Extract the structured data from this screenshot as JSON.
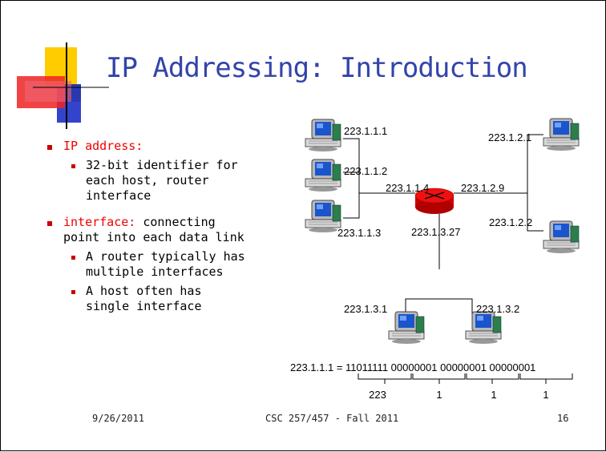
{
  "slide": {
    "title": "IP Addressing: Introduction",
    "bullets": [
      {
        "label": "IP address:",
        "text": "",
        "subs": [
          "32-bit identifier for",
          "each host, router",
          "interface"
        ]
      },
      {
        "label": "interface:",
        "text": " connecting",
        "cont": "point into each data link",
        "subs": [
          [
            "A router typically has",
            "multiple interfaces"
          ],
          [
            "A host often has",
            "single interface"
          ]
        ]
      }
    ],
    "footer": {
      "date": "9/26/2011",
      "course": "CSC 257/457 - Fall 2011",
      "page": "16"
    }
  },
  "diagram": {
    "hosts_left": [
      "223.1.1.1",
      "223.1.1.2",
      "223.1.1.3"
    ],
    "router_labels": [
      "223.1.1.4",
      "223.1.2.9",
      "223.1.3.27"
    ],
    "hosts_right": [
      "223.1.2.1",
      "223.1.2.2"
    ],
    "hosts_bottom": [
      "223.1.3.1",
      "223.1.3.2"
    ],
    "binary": {
      "address": "223.1.1.1 = 11011111 00000001 00000001 00000001",
      "octets": [
        "223",
        "1",
        "1",
        "1"
      ]
    }
  },
  "colors": {
    "title": "#3344aa",
    "highlight": "#ee0000",
    "router": "#ee1111",
    "bullet": "#cc0000"
  }
}
